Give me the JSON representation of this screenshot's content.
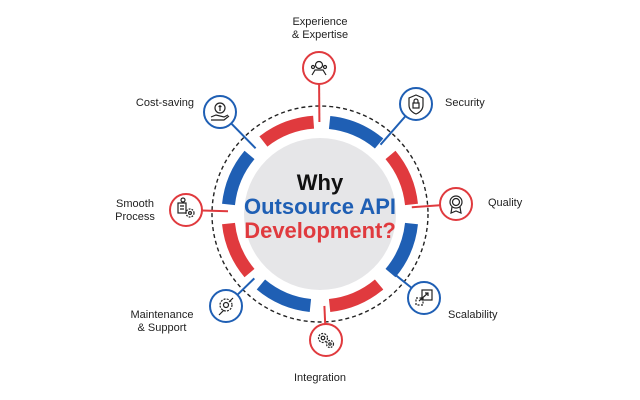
{
  "title": {
    "line1": "Why",
    "line2": "Outsource API",
    "line3": "Development?"
  },
  "benefits": [
    {
      "label": "Experience\n& Expertise",
      "icon": "expertise-icon",
      "ring_color": "#e03a3e"
    },
    {
      "label": "Security",
      "icon": "lock-icon",
      "ring_color": "#1f5fb4"
    },
    {
      "label": "Quality",
      "icon": "quality-badge-icon",
      "ring_color": "#e03a3e"
    },
    {
      "label": "Scalability",
      "icon": "scale-arrows-icon",
      "ring_color": "#1f5fb4"
    },
    {
      "label": "Integration",
      "icon": "gears-icon",
      "ring_color": "#e03a3e"
    },
    {
      "label": "Maintenance\n& Support",
      "icon": "maintenance-icon",
      "ring_color": "#1f5fb4"
    },
    {
      "label": "Smooth\nProcess",
      "icon": "process-icon",
      "ring_color": "#e03a3e"
    },
    {
      "label": "Cost-saving",
      "icon": "money-hand-icon",
      "ring_color": "#1f5fb4"
    }
  ],
  "colors": {
    "red": "#e03a3e",
    "blue": "#1f5fb4",
    "center_fill": "#e6e6e8",
    "text_dark": "#111111"
  }
}
